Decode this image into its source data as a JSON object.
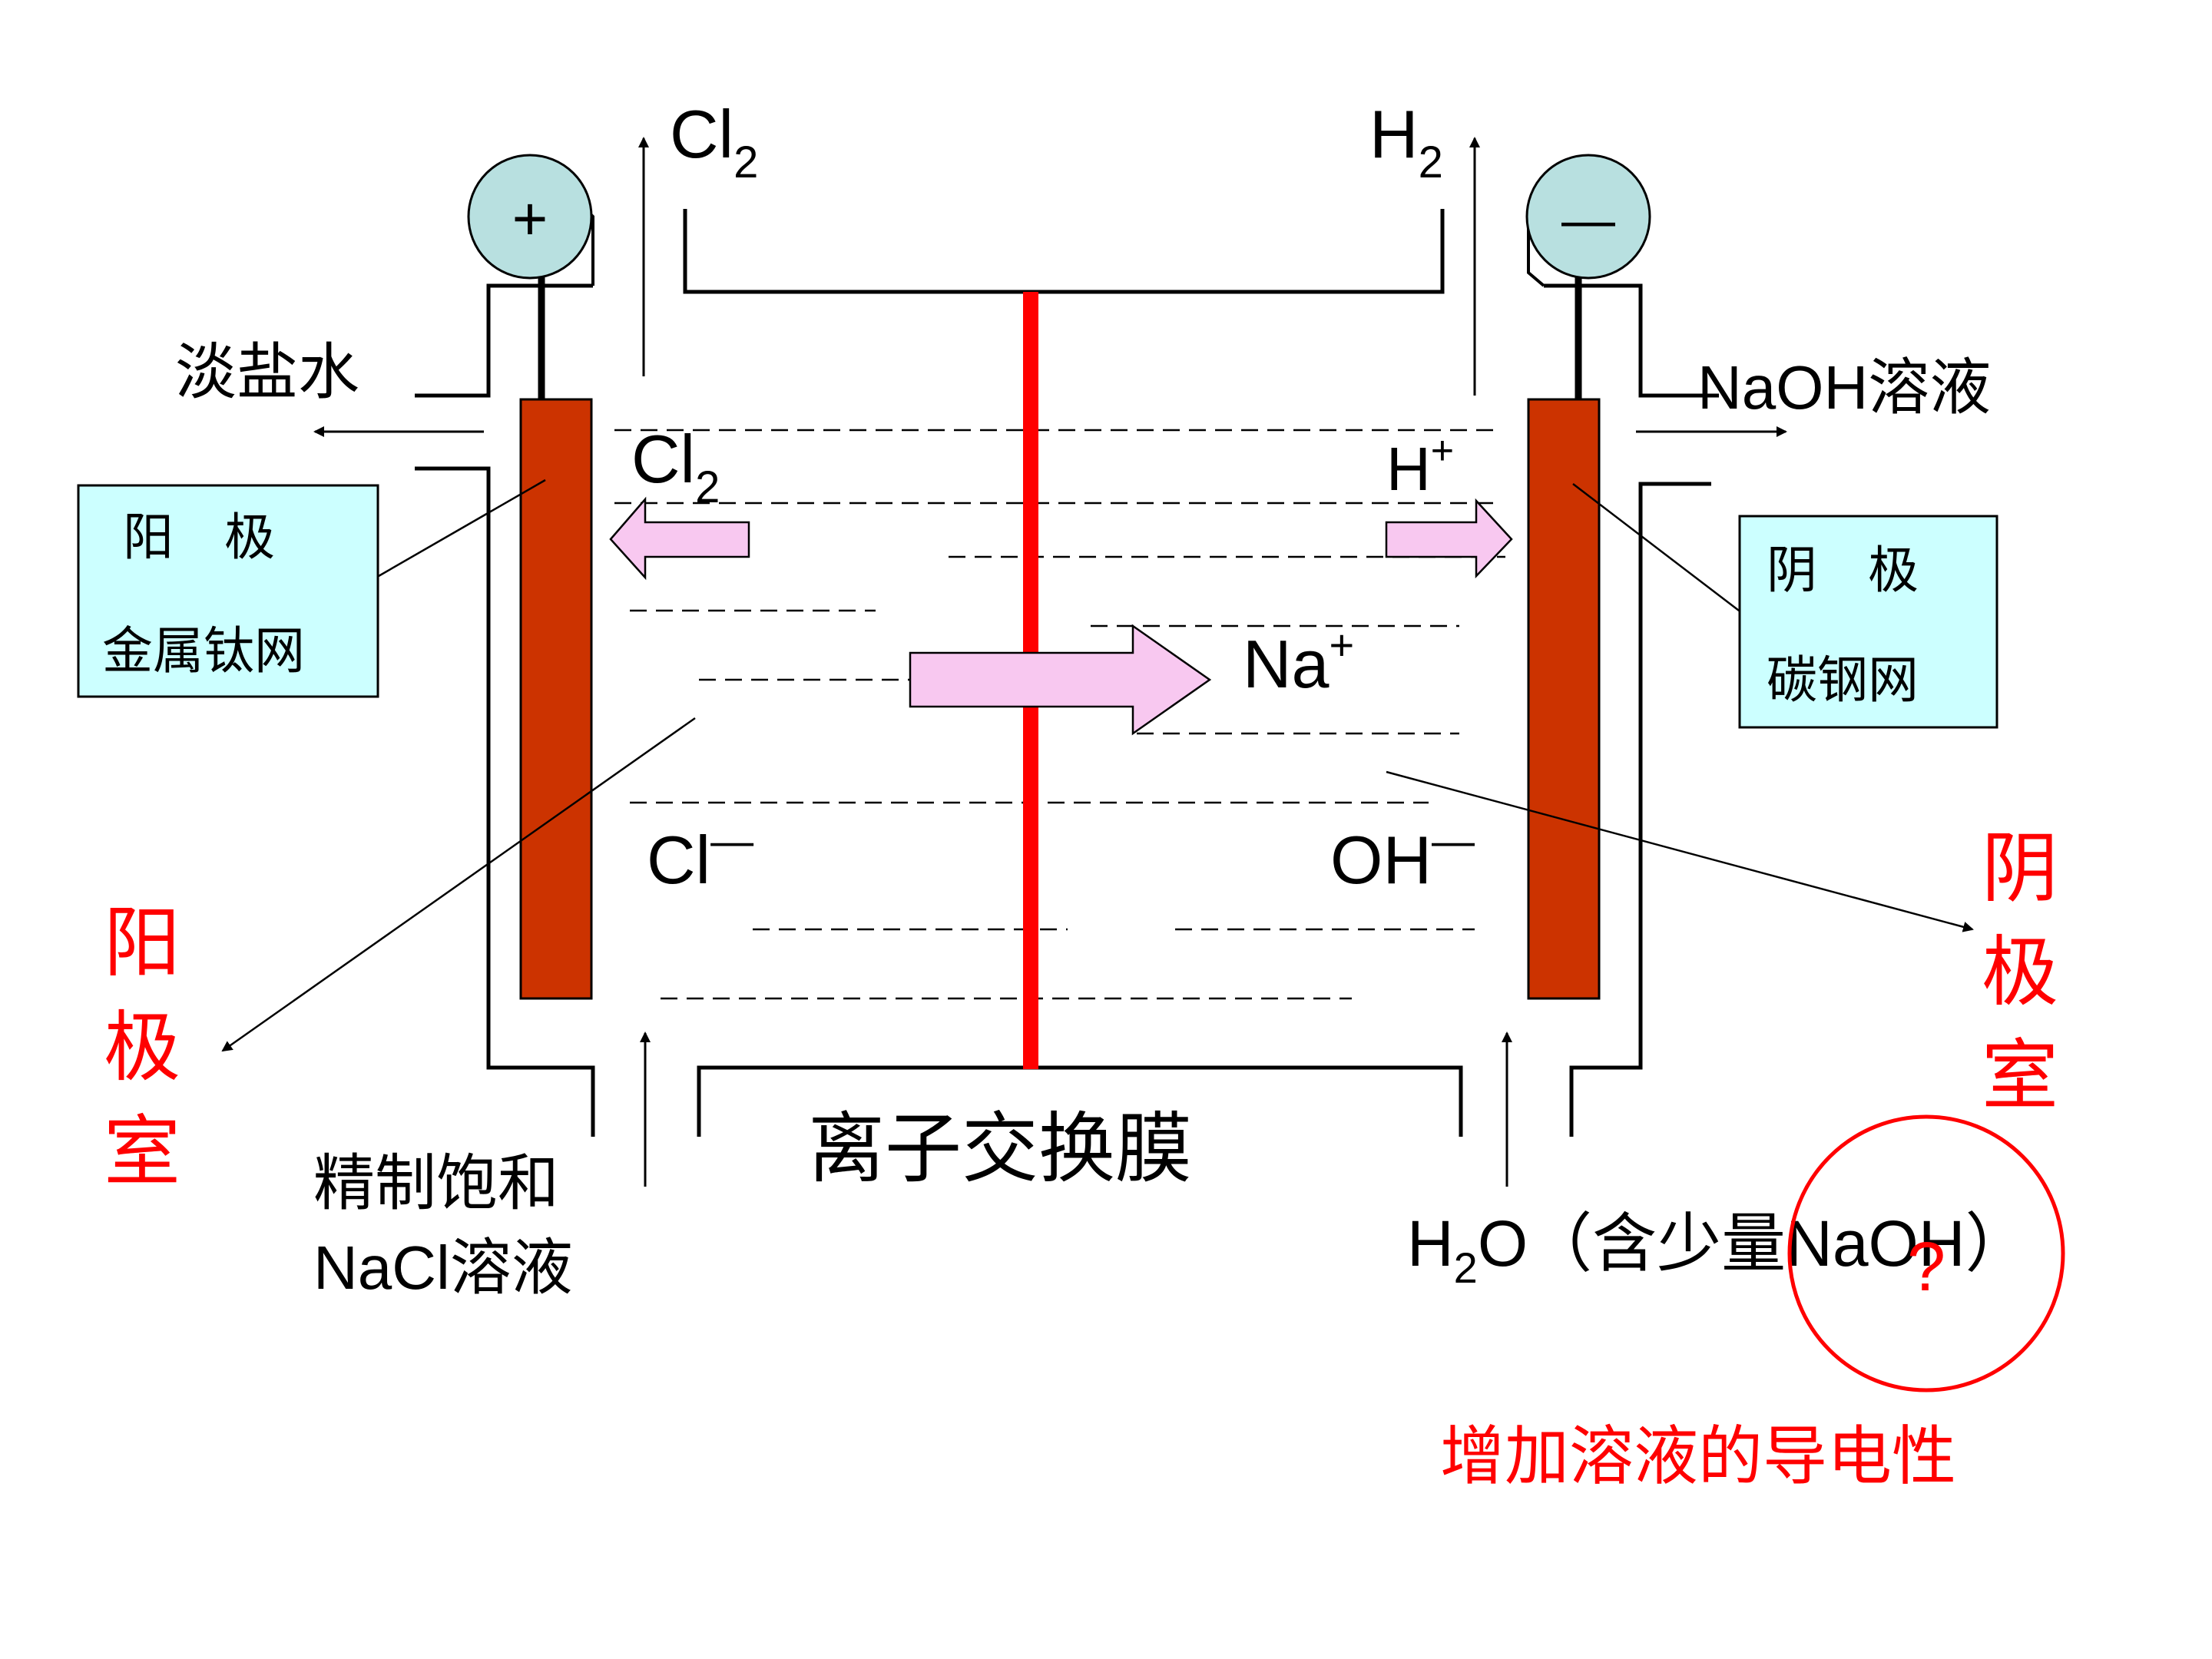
{
  "cell": {
    "anode_sign": "+",
    "cathode_sign": "—"
  },
  "gases": {
    "cl2_top": {
      "base": "Cl",
      "sub": "2"
    },
    "h2_top": {
      "base": "H",
      "sub": "2"
    },
    "cl2_inner": {
      "base": "Cl",
      "sub": "2"
    },
    "h_plus": {
      "base": "H",
      "sup": "+"
    }
  },
  "ions": {
    "na_plus": {
      "base": "Na",
      "sup": "+"
    },
    "cl_minus": {
      "base": "Cl",
      "sup": "—"
    },
    "oh_minus": {
      "base": "OH",
      "sup": "—"
    }
  },
  "flows": {
    "dilute_brine": "淡盐水",
    "naoh_out": "NaOH溶液",
    "brine_in_line1": "精制饱和",
    "brine_in_line2": "NaCl溶液",
    "water_in": {
      "h": "H",
      "sub": "2",
      "rest": "O（含少量NaOH）"
    }
  },
  "labels": {
    "anode_box_line1": "阳　极",
    "anode_box_line2": "金属钛网",
    "cathode_box_line1": "阴　极",
    "cathode_box_line2": "碳钢网",
    "anode_room": [
      "阳",
      "极",
      "室"
    ],
    "cathode_room": [
      "阴",
      "极",
      "室"
    ],
    "membrane": "离子交换膜",
    "question_mark": "?",
    "conductivity_note": "增加溶液的导电性"
  },
  "colors": {
    "electrode": "#cc3300",
    "membrane": "#ff0000",
    "arrow_fill": "#f8c8f0",
    "box_fill": "#ccffff",
    "terminal_fill": "#b8e0e0",
    "annotation_red": "#ff0000"
  }
}
